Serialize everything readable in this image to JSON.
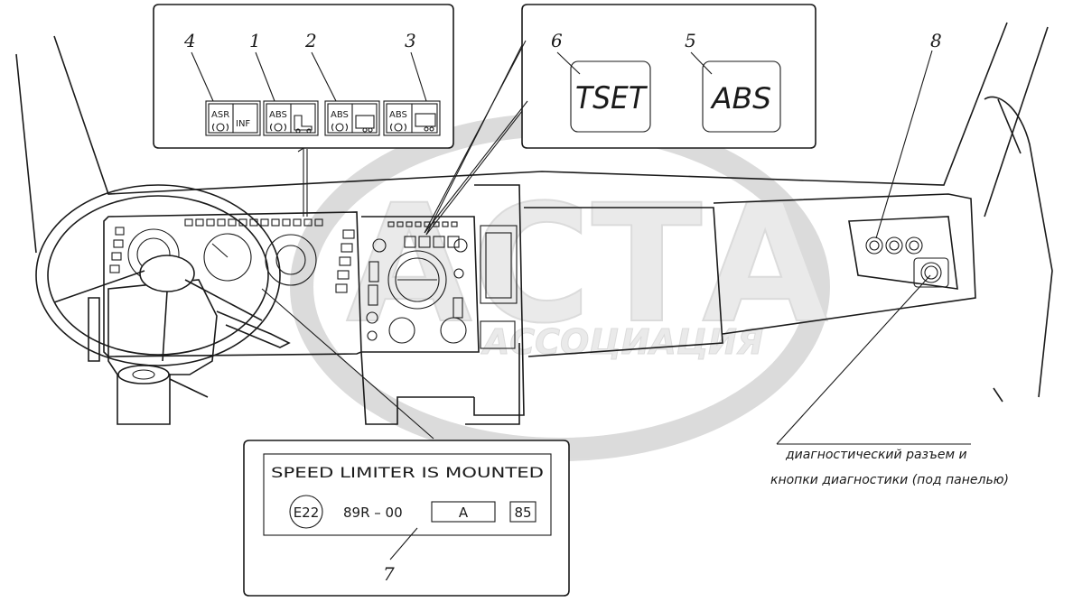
{
  "indicators_top_left": [
    {
      "callout": "4",
      "line1": "ASR",
      "line2": "INF"
    },
    {
      "callout": "1",
      "line1": "ABS"
    },
    {
      "callout": "2",
      "line1": "ABS"
    },
    {
      "callout": "3",
      "line1": "ABS"
    }
  ],
  "indicators_top_center": [
    {
      "callout": "6",
      "text": "TSET"
    },
    {
      "callout": "5",
      "text": "ABS"
    }
  ],
  "callout_diagnostic": "8",
  "callout_plate": "7",
  "plate": {
    "title": "SPEED LIMITER IS MOUNTED",
    "mark": "E22",
    "regulation": "89R – 00",
    "category": "A",
    "speed": "85"
  },
  "diagnostic_note": {
    "line1": "диагностический разъем и",
    "line2": "кнопки диагностики (под панелью)"
  },
  "watermark": {
    "title": "АСТА",
    "subtitle": "АССОЦИАЦИЯ"
  }
}
